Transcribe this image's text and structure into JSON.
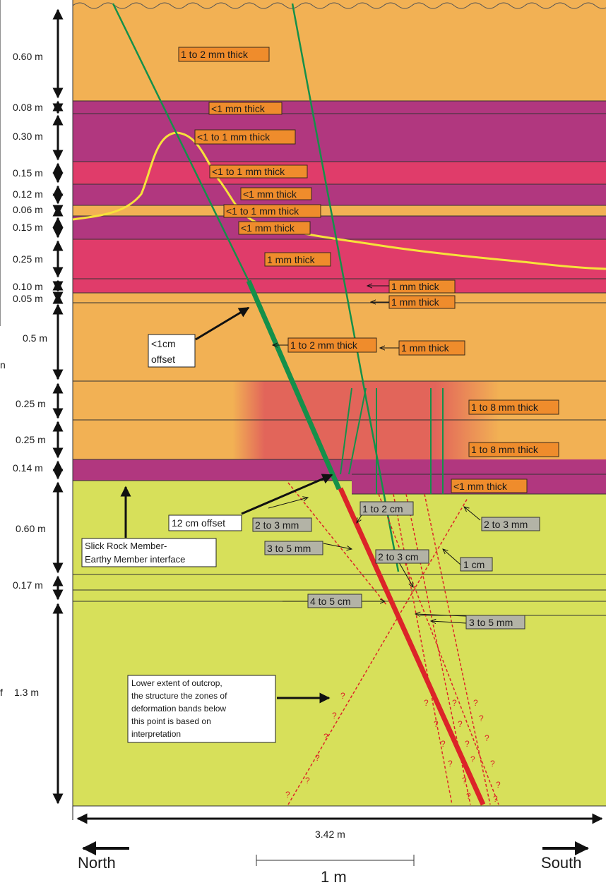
{
  "colors": {
    "sand": "#f2b154",
    "magenta": "#b1377f",
    "pink": "#e03c6a",
    "redband": "#e2655a",
    "lime": "#d7e05a",
    "green_band": "#15904a",
    "red_band": "#dc2428",
    "trace": "#f7e23a",
    "label_orange": "#ef8c2c",
    "label_gray": "#b3b3a6"
  },
  "thickness_labels": [
    "0.60 m",
    "0.08 m",
    "0.30 m",
    "0.15 m",
    "0.12 m",
    "0.06 m",
    "0.15 m",
    "0.25 m",
    "0.10 m",
    "0.05 m",
    "0.5 m",
    "0.25 m",
    "0.25 m",
    "0.14 m",
    "0.60 m",
    "0.17 m",
    "1.3 m"
  ],
  "left_fragments": [
    "n",
    "f"
  ],
  "band_labels": {
    "b1": "1 to 2 mm thick",
    "b2": "<1 mm thick",
    "b3": "<1 to 1 mm thick",
    "b4": "<1 to 1 mm thick",
    "b5": "<1 mm thick",
    "b6": "<1 to 1 mm thick",
    "b7": "<1 mm thick",
    "b8": "1 mm thick",
    "b9": "1 mm thick",
    "b10": "1 mm thick",
    "b11": "1 to 2 mm thick",
    "b12": "1 mm thick",
    "b13": "1 to 8 mm thick",
    "b14": "1 to 8 mm thick",
    "b15": "<1 mm thick"
  },
  "gray_labels": {
    "g1": "1 to 2 cm",
    "g2": "2 to 3 mm",
    "g3": "2 to 3 mm",
    "g4": "3 to 5 mm",
    "g5": "2 to 3 cm",
    "g6": "1 cm",
    "g7": "4 to 5 cm",
    "g8": "3 to 5 mm"
  },
  "offset_small": [
    "<1cm",
    "offset"
  ],
  "offset_large": "12 cm offset",
  "interface_label": [
    "Slick Rock Member-",
    "Earthy Member interface"
  ],
  "outcrop_note": [
    "Lower extent of outcrop,",
    "the structure the zones of",
    "deformation bands below",
    "this point is based on",
    "interpretation"
  ],
  "question_mark": "?",
  "width_label": "3.42 m",
  "north_label": "North",
  "south_label": "South",
  "scale_label": "1 m"
}
